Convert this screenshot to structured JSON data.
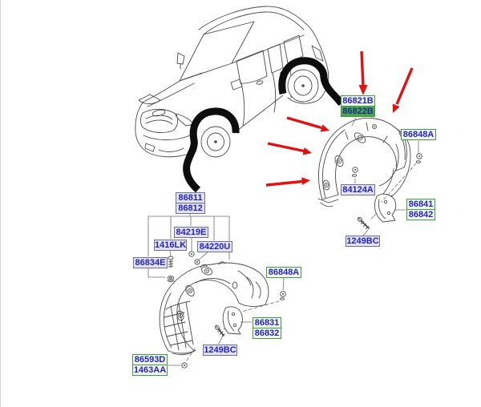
{
  "colors": {
    "label_text": "#2323c4",
    "label_bg": "#e2e2f4",
    "label_border": "#707090",
    "green_border": "#3da03d",
    "green_bg": "#f2f8f0",
    "selected_bg": "#4fa44f",
    "selected_text": "#1b2f8f",
    "arrow_red": "#e01212",
    "line_color": "#4a4a4a",
    "leader_line": "#6f6f6f",
    "band_black": "#0d0d0d"
  },
  "parts": {
    "rear": {
      "guard_a": "86821B",
      "guard_b": "86822B",
      "nut": "86848A",
      "fastener": "84124A",
      "mudguard_a": "86841",
      "mudguard_b": "86842",
      "screw": "1249BC"
    },
    "front": {
      "guard_a": "86811",
      "guard_b": "86812",
      "clip_a": "84219E",
      "clip_b": "1416LK",
      "clip_c": "84220U",
      "grommet": "86834E",
      "nut": "86848A",
      "mudguard_a": "86831",
      "mudguard_b": "86832",
      "screw": "1249BC",
      "fastener_a": "86593D",
      "fastener_b": "1463AA"
    }
  }
}
